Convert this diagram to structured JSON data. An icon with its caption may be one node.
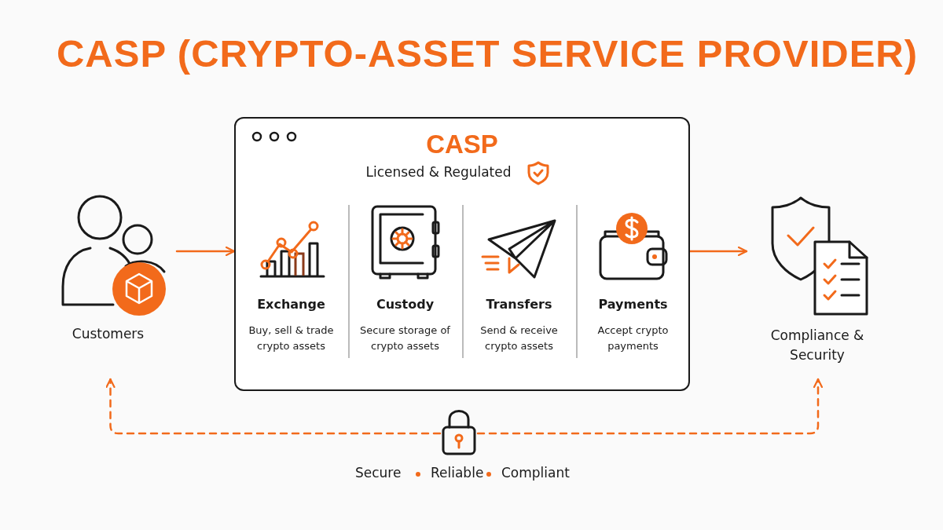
{
  "diagram": {
    "title": "CASP (CRYPTO-ASSET SERVICE PROVIDER)",
    "nodes": [
      {
        "text": [
          "Customers"
        ]
      },
      {
        "text": [
          "CASP",
          "Licensed & Regulated"
        ]
      },
      {
        "text": [
          "Exchange",
          "Buy, sell & trade crypto assets"
        ],
        "in": 1
      },
      {
        "text": [
          "Custody",
          "Secure storage of crypto assets"
        ],
        "in": 1
      },
      {
        "text": [
          "Transfers",
          "Send & receive crypto assets"
        ],
        "in": 1
      },
      {
        "text": [
          "Payments",
          "Accept crypto payments"
        ],
        "in": 1
      },
      {
        "text": [
          "Compliance & Security"
        ]
      },
      {
        "text": [],
        "shape": "lock"
      }
    ],
    "edges": [
      {
        "from": 0,
        "to": 1,
        "arrow": "to"
      },
      {
        "from": 1,
        "to": 6,
        "arrow": "to"
      },
      {
        "from": 7,
        "to": 0,
        "arrow": "to",
        "style": "dashed"
      },
      {
        "from": 7,
        "to": 6,
        "arrow": "to",
        "style": "dashed"
      }
    ],
    "labels": [
      "Secure",
      "Reliable",
      "Compliant"
    ]
  }
}
